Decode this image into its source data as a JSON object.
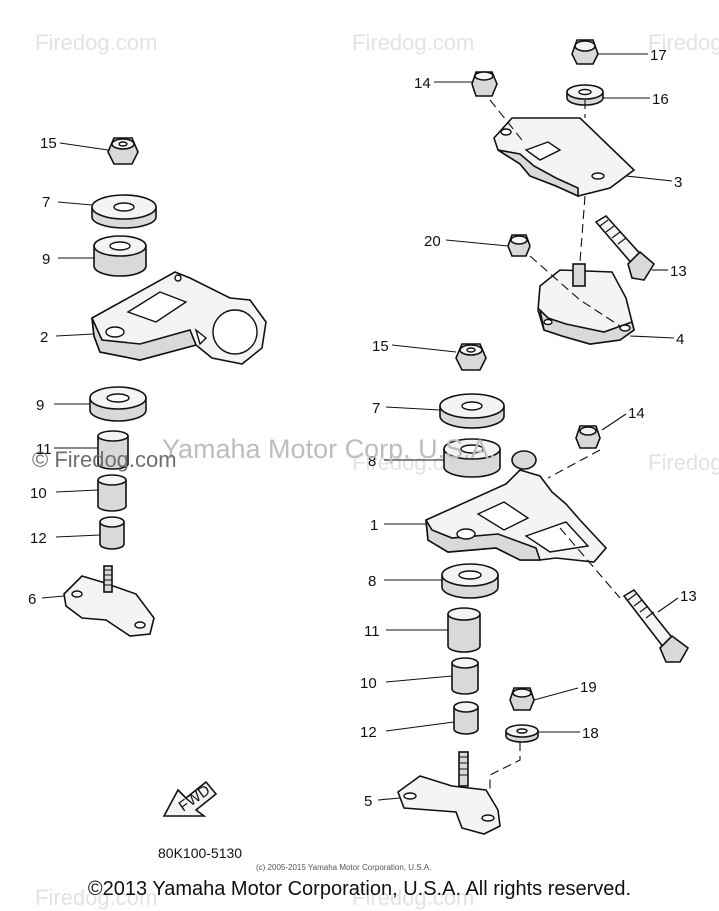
{
  "watermarks": {
    "site": "Firedog.com",
    "center": "Yamaha Motor Corp. U.S.A."
  },
  "callouts": {
    "p15a": "15",
    "p7a": "7",
    "p9a": "9",
    "p2": "2",
    "p9b": "9",
    "p11a": "11",
    "p10a": "10",
    "p12a": "12",
    "p6": "6",
    "p17": "17",
    "p14a": "14",
    "p16": "16",
    "p3": "3",
    "p20": "20",
    "p13a": "13",
    "p4": "4",
    "p15b": "15",
    "p7b": "7",
    "p14b": "14",
    "p8a": "8",
    "p1": "1",
    "p8b": "8",
    "p13b": "13",
    "p11b": "11",
    "p10b": "10",
    "p19": "19",
    "p12b": "12",
    "p18": "18",
    "p5": "5"
  },
  "arrow_label": "FWD",
  "drawing_number": "80K100-5130",
  "fine_copyright": "(c) 2005-2015 Yamaha Motor Corporation, U.S.A.",
  "footer": "©2013 Yamaha Motor Corporation, U.S.A. All rights reserved."
}
